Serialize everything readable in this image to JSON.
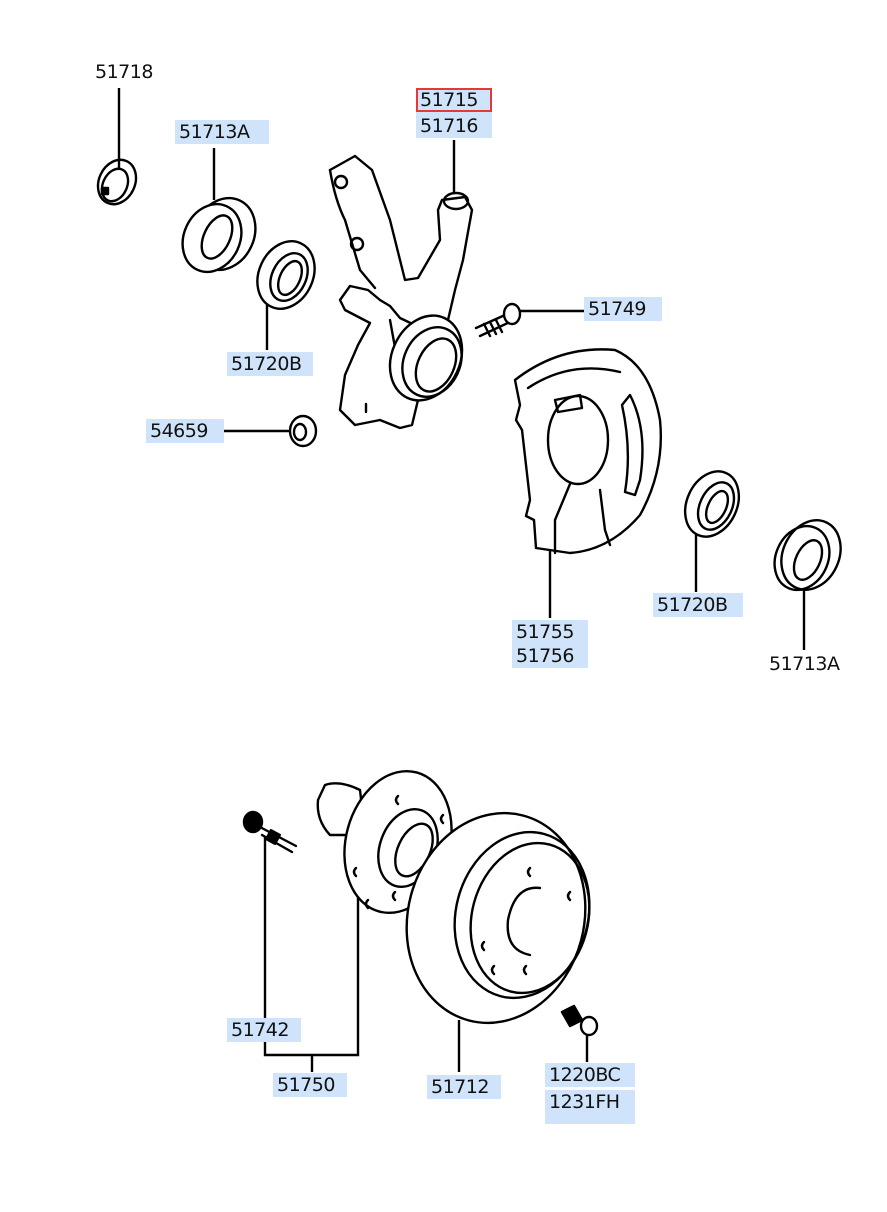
{
  "diagram": {
    "title": "Front Axle / Knuckle & Hub Parts Diagram",
    "highlight_color": "#cfe4fa",
    "selected_color": "#e53935",
    "labels": {
      "p51718": "51718",
      "p51713A_top": "51713A",
      "p51715": "51715",
      "p51716": "51716",
      "p51749": "51749",
      "p51720B_left": "51720B",
      "p54659": "54659",
      "p51755": "51755",
      "p51756": "51756",
      "p51720B_right": "51720B",
      "p51713A_right": "51713A",
      "p51742": "51742",
      "p51750": "51750",
      "p51712": "51712",
      "p1220BC": "1220BC",
      "p1231FH": "1231FH"
    },
    "selected_part": "51715",
    "parts": [
      {
        "name": "snap-ring",
        "numbers": [
          "51718"
        ]
      },
      {
        "name": "outer-bearing-race",
        "numbers": [
          "51713A"
        ]
      },
      {
        "name": "steering-knuckle",
        "numbers": [
          "51715",
          "51716"
        ]
      },
      {
        "name": "bolt",
        "numbers": [
          "51749"
        ]
      },
      {
        "name": "oil-seal",
        "numbers": [
          "51720B"
        ]
      },
      {
        "name": "nut",
        "numbers": [
          "54659"
        ]
      },
      {
        "name": "dust-cover",
        "numbers": [
          "51755",
          "51756"
        ]
      },
      {
        "name": "hub-bolt",
        "numbers": [
          "51742"
        ]
      },
      {
        "name": "front-hub",
        "numbers": [
          "51750"
        ]
      },
      {
        "name": "brake-disc",
        "numbers": [
          "51712"
        ]
      },
      {
        "name": "disc-screw",
        "numbers": [
          "1220BC",
          "1231FH"
        ]
      }
    ]
  }
}
